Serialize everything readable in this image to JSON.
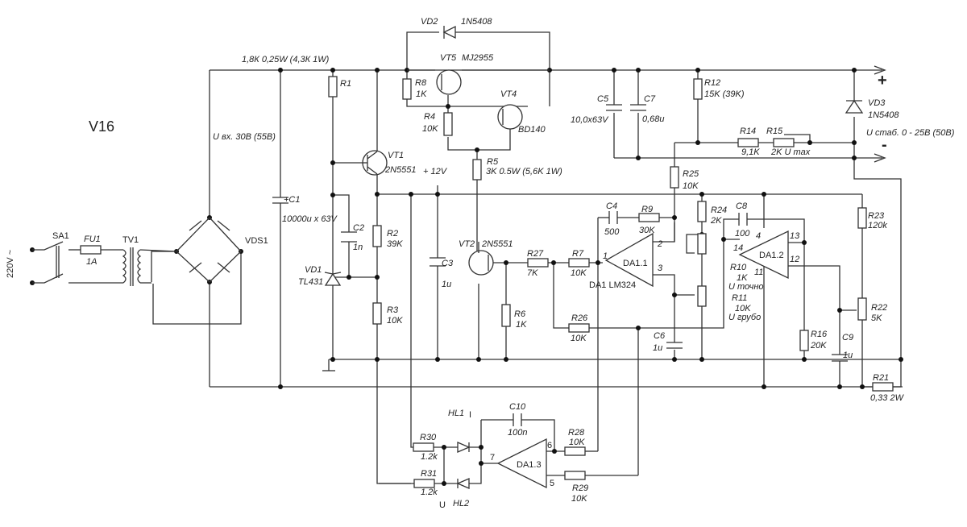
{
  "title": "V16",
  "supply": {
    "mains": "220V ~",
    "input_voltage": "U вх.  30В (55В)",
    "top_rail_note": "1,8К 0,25W (4,3К 1W)",
    "output_voltage": "U стаб. 0 - 25В (50В)",
    "plus": "+",
    "minus": "-",
    "aux": "+ 12V"
  },
  "components": {
    "SA1": {
      "ref": "SA1"
    },
    "FU1": {
      "ref": "FU1",
      "value": "1A"
    },
    "TV1": {
      "ref": "TV1"
    },
    "VDS1": {
      "ref": "VDS1"
    },
    "C1": {
      "ref": "+C1",
      "value": "10000u x 63V"
    },
    "R1": {
      "ref": "R1"
    },
    "VT1": {
      "ref": "VT1",
      "value": "2N5551"
    },
    "C2": {
      "ref": "C2",
      "value": "1n"
    },
    "VD1": {
      "ref": "VD1",
      "value": "TL431"
    },
    "R2": {
      "ref": "R2",
      "value": "39K"
    },
    "R3": {
      "ref": "R3",
      "value": "10K"
    },
    "VD2": {
      "ref": "VD2",
      "value": "1N5408"
    },
    "VT5": {
      "ref": "VT5",
      "value": "MJ2955"
    },
    "R8": {
      "ref": "R8",
      "value": "1K"
    },
    "R4": {
      "ref": "R4",
      "value": "10K"
    },
    "VT4": {
      "ref": "VT4",
      "value": "BD140"
    },
    "R5": {
      "ref": "R5",
      "value": "3K 0.5W (5,6K 1W)"
    },
    "C3": {
      "ref": "C3",
      "value": "1u"
    },
    "VT2": {
      "ref": "VT2",
      "value": "2N5551"
    },
    "R6": {
      "ref": "R6",
      "value": "1K"
    },
    "R27": {
      "ref": "R27",
      "value": "7K"
    },
    "R7": {
      "ref": "R7",
      "value": "10K"
    },
    "R26": {
      "ref": "R26",
      "value": "10K"
    },
    "C4": {
      "ref": "C4",
      "value": "500"
    },
    "R9": {
      "ref": "R9",
      "value": "30K"
    },
    "DA1_1": {
      "ref": "DA1.1",
      "value": "DA1 LM324",
      "pins": [
        "1",
        "2",
        "3"
      ]
    },
    "C6": {
      "ref": "C6",
      "value": "1u"
    },
    "C5": {
      "ref": "C5",
      "value": "10,0x63V"
    },
    "C7": {
      "ref": "C7",
      "value": "0,68u"
    },
    "R12": {
      "ref": "R12",
      "value": "15K (39K)"
    },
    "R14": {
      "ref": "R14",
      "value": "9,1K"
    },
    "R15": {
      "ref": "R15",
      "value": "2K  U max"
    },
    "VD3": {
      "ref": "VD3",
      "value": "1N5408"
    },
    "R25": {
      "ref": "R25",
      "value": "10K"
    },
    "R24": {
      "ref": "R24",
      "value": "2K"
    },
    "C8": {
      "ref": "C8",
      "value": "100"
    },
    "DA1_2": {
      "ref": "DA1.2",
      "pins": [
        "4",
        "14",
        "13",
        "12",
        "11"
      ]
    },
    "R10": {
      "ref": "R10",
      "value": "1K",
      "note": "U точно"
    },
    "R11": {
      "ref": "R11",
      "value": "10K",
      "note": "U грубо"
    },
    "R23": {
      "ref": "R23",
      "value": "120k"
    },
    "R22": {
      "ref": "R22",
      "value": "5K"
    },
    "R16": {
      "ref": "R16",
      "value": "20K"
    },
    "C9": {
      "ref": "C9",
      "value": "1u"
    },
    "R21": {
      "ref": "R21",
      "value": "0,33 2W"
    },
    "HL1": {
      "ref": "HL1",
      "mark": "I"
    },
    "HL2": {
      "ref": "HL2",
      "mark": "U"
    },
    "R30": {
      "ref": "R30",
      "value": "1.2k"
    },
    "R31": {
      "ref": "R31",
      "value": "1.2k"
    },
    "C10": {
      "ref": "C10",
      "value": "100n"
    },
    "DA1_3": {
      "ref": "DA1.3",
      "pins": [
        "6",
        "7",
        "5"
      ]
    },
    "R28": {
      "ref": "R28",
      "value": "10K"
    },
    "R29": {
      "ref": "R29",
      "value": "10K"
    }
  }
}
